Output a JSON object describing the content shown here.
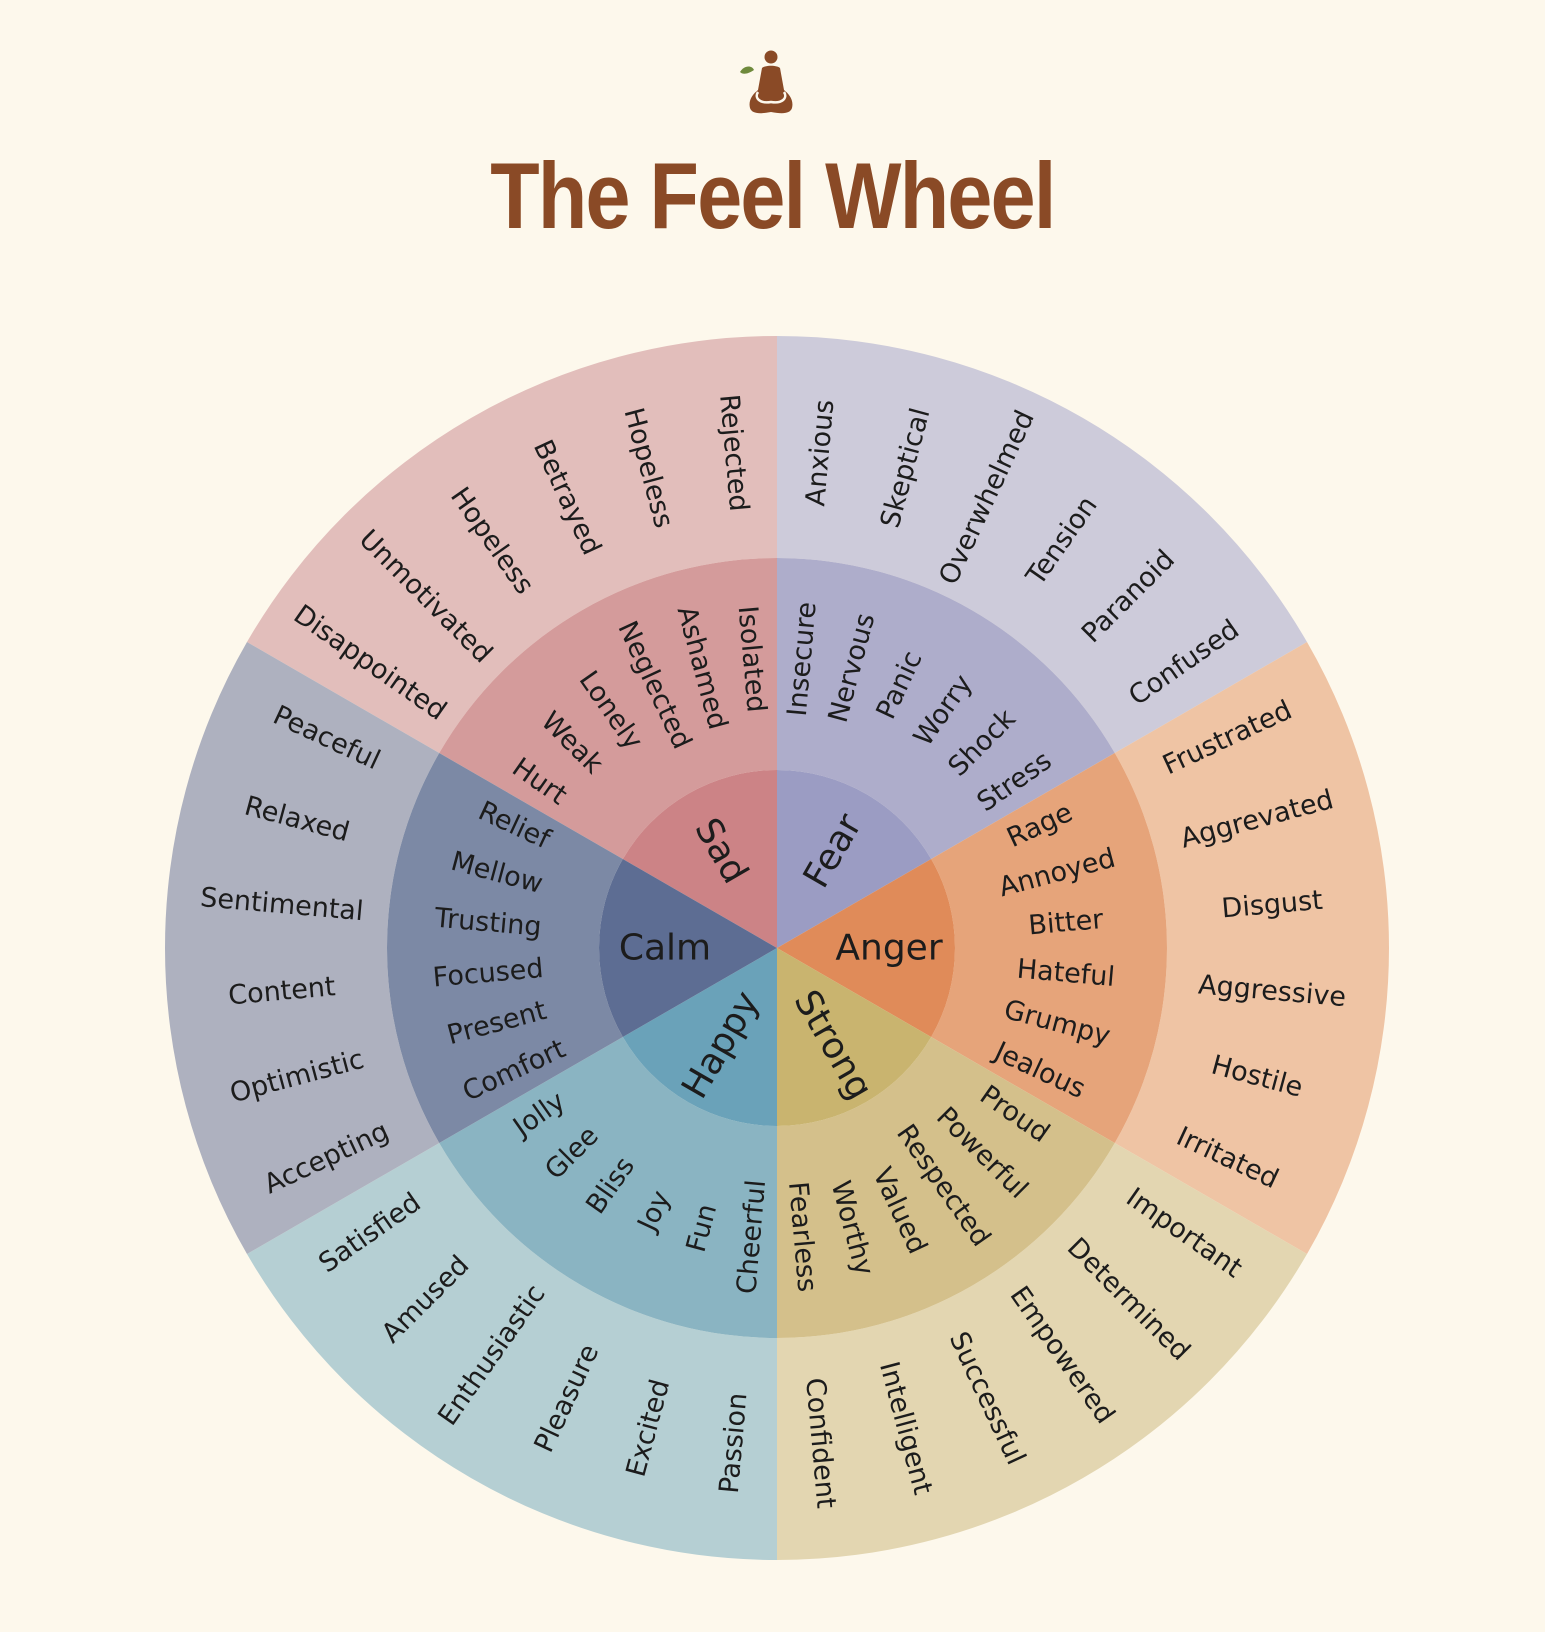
{
  "title": "The Feel Wheel",
  "logo_icon": "meditation-figure-with-leaf-icon",
  "colors": {
    "background": "#fdf8ec",
    "title": "#8a4a26"
  },
  "segments": [
    {
      "core": "Sad",
      "colors": [
        "#cc8386",
        "#d49b9b",
        "#e2bebb"
      ],
      "middle": [
        "Hurt",
        "Weak",
        "Lonely",
        "Neglected",
        "Ashamed",
        "Isolated"
      ],
      "outer": [
        "Disappointed",
        "Unmotivated",
        "Hopeless",
        "Betrayed",
        "Hopeless",
        "Rejected"
      ]
    },
    {
      "core": "Fear",
      "colors": [
        "#9b9cc3",
        "#aeadcb",
        "#cdcbda"
      ],
      "middle": [
        "Insecure",
        "Nervous",
        "Panic",
        "Worry",
        "Shock",
        "Stress"
      ],
      "outer": [
        "Anxious",
        "Skeptical",
        "Overwhelmed",
        "Tension",
        "Paranoid",
        "Confused"
      ]
    },
    {
      "core": "Anger",
      "colors": [
        "#e08b59",
        "#e6a47a",
        "#efc4a4"
      ],
      "middle": [
        "Rage",
        "Annoyed",
        "Bitter",
        "Hateful",
        "Grumpy",
        "Jealous"
      ],
      "outer": [
        "Frustrated",
        "Aggrevated",
        "Disgust",
        "Aggressive",
        "Hostile",
        "Irritated"
      ]
    },
    {
      "core": "Strong",
      "colors": [
        "#c9b46f",
        "#d4c08b",
        "#e3d6b1"
      ],
      "middle": [
        "Proud",
        "Powerful",
        "Respected",
        "Valued",
        "Worthy",
        "Fearless"
      ],
      "outer": [
        "Important",
        "Determined",
        "Empowered",
        "Successful",
        "Intelligent",
        "Confident"
      ]
    },
    {
      "core": "Happy",
      "colors": [
        "#6aa2b9",
        "#8ab4c2",
        "#b5cfd3"
      ],
      "middle": [
        "Cheerful",
        "Fun",
        "Joy",
        "Bliss",
        "Glee",
        "Jolly"
      ],
      "outer": [
        "Passion",
        "Excited",
        "Pleasure",
        "Enthusiastic",
        "Amused",
        "Satisfied"
      ]
    },
    {
      "core": "Calm",
      "colors": [
        "#5d6d93",
        "#7c89a5",
        "#aeb1bf"
      ],
      "middle": [
        "Comfort",
        "Present",
        "Focused",
        "Trusting",
        "Mellow",
        "Relief"
      ],
      "outer": [
        "Accepting",
        "Optimistic",
        "Content",
        "Sentimental",
        "Relaxed",
        "Peaceful"
      ]
    }
  ]
}
